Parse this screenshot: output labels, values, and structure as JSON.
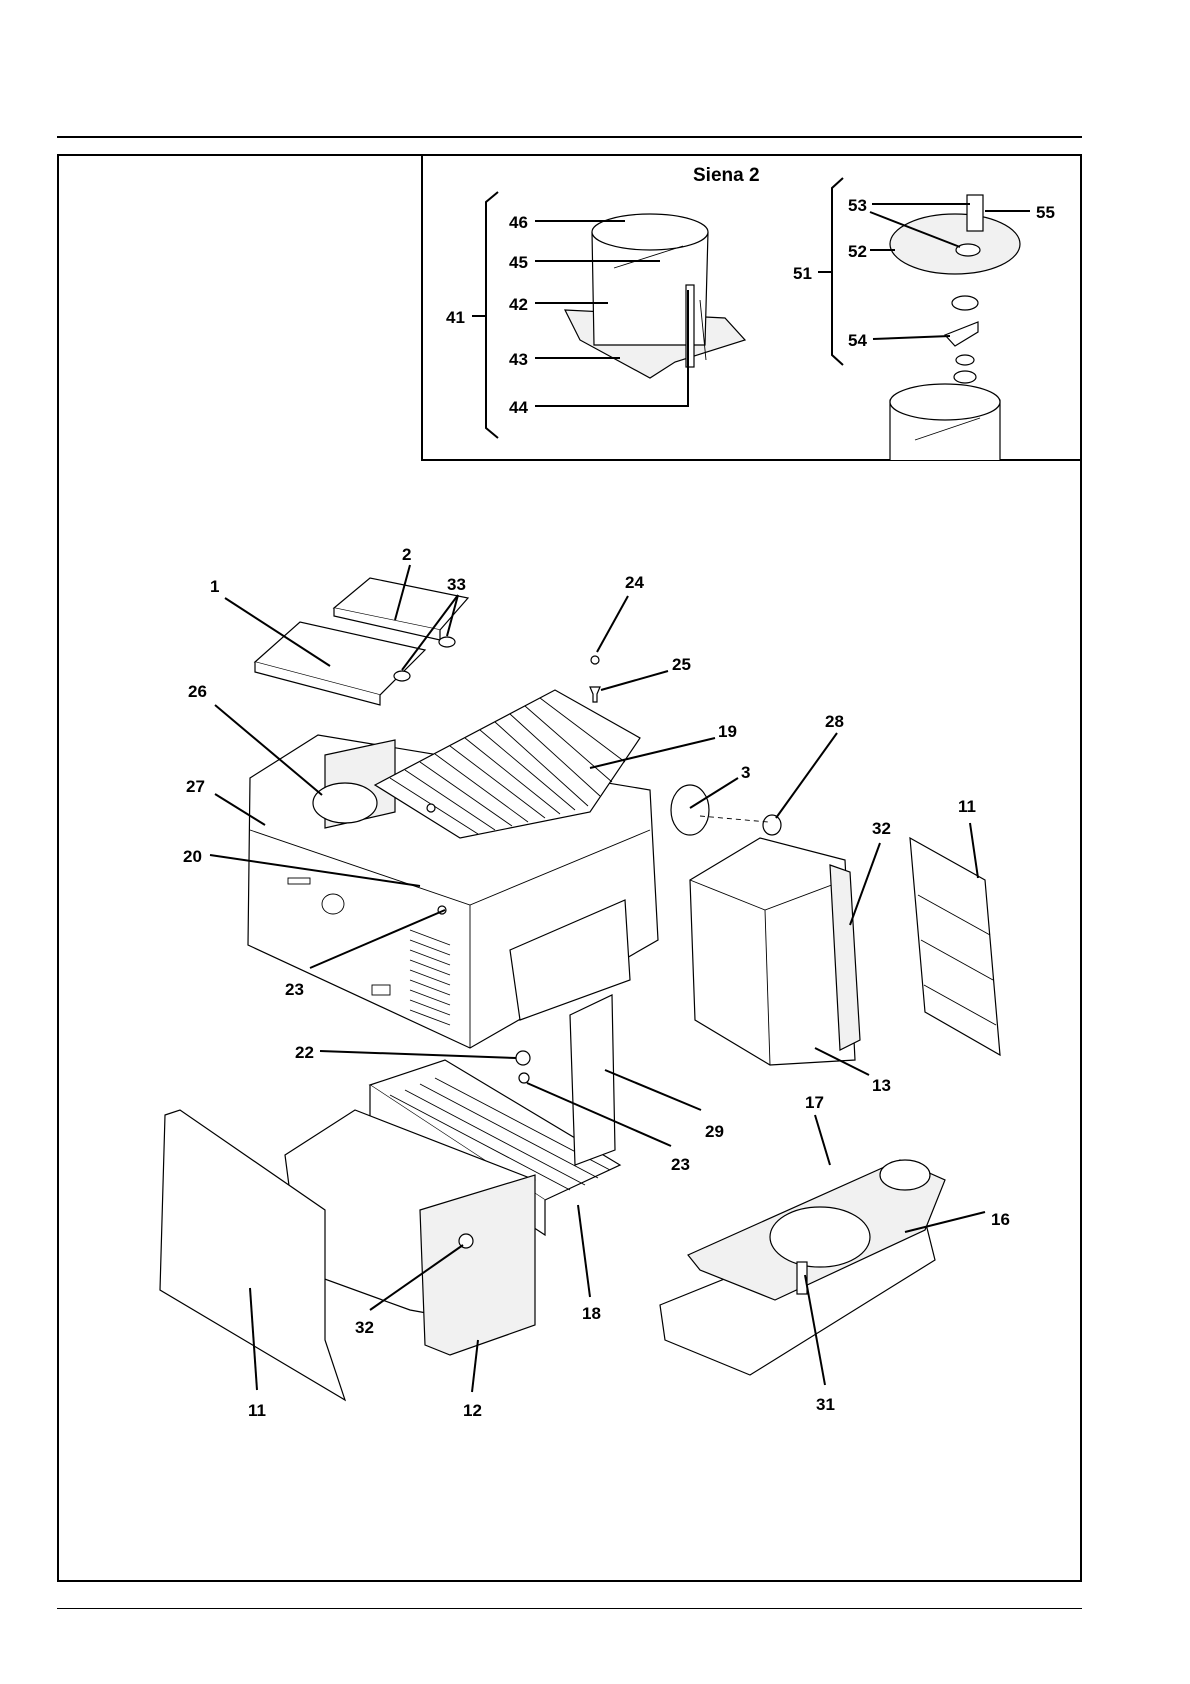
{
  "inset": {
    "title": "Siena 2"
  },
  "callouts": {
    "c1": "1",
    "c2": "2",
    "c3": "3",
    "c11a": "11",
    "c11b": "11",
    "c12": "12",
    "c13": "13",
    "c16": "16",
    "c17": "17",
    "c18": "18",
    "c19": "19",
    "c20": "20",
    "c22": "22",
    "c23a": "23",
    "c23b": "23",
    "c24": "24",
    "c25": "25",
    "c26": "26",
    "c27": "27",
    "c28": "28",
    "c29": "29",
    "c31": "31",
    "c32a": "32",
    "c32b": "32",
    "c33": "33",
    "c41": "41",
    "c42": "42",
    "c43": "43",
    "c44": "44",
    "c45": "45",
    "c46": "46",
    "c51": "51",
    "c52": "52",
    "c53": "53",
    "c54": "54",
    "c55": "55"
  }
}
